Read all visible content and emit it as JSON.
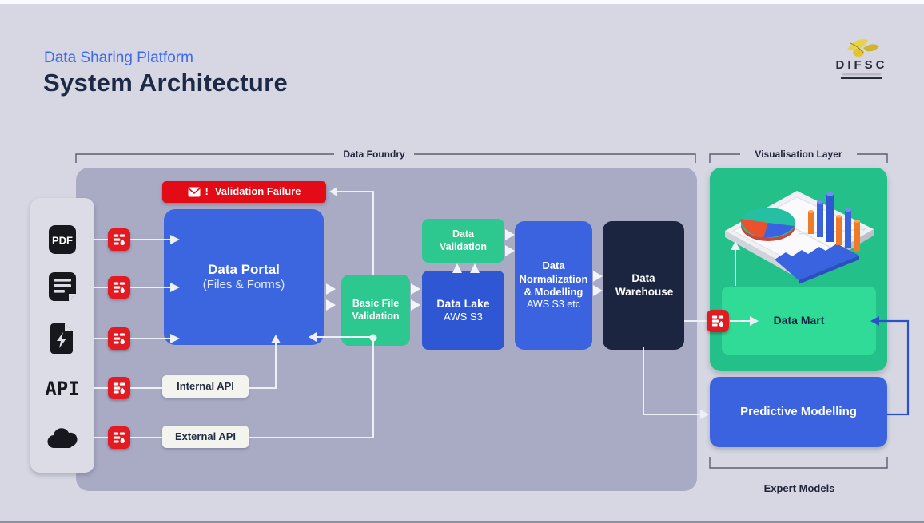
{
  "page": {
    "kicker": "Data Sharing Platform",
    "title": "System Architecture"
  },
  "logo": {
    "text": "DIFSC"
  },
  "sections": {
    "data_foundry": "Data Foundry",
    "visualisation_layer": "Visualisation Layer",
    "expert_models": "Expert Models"
  },
  "sources": {
    "pdf_label": "PDF",
    "api_label": "API",
    "icons": [
      "pdf-file-icon",
      "text-document-icon",
      "code-file-icon",
      "api-icon",
      "cloud-icon"
    ]
  },
  "nodes": {
    "validation_failure": "Validation Failure",
    "validation_failure_excl": "!",
    "data_portal": "Data Portal",
    "data_portal_sub": "(Files & Forms)",
    "basic_file_validation": "Basic File Validation",
    "data_validation": "Data Validation",
    "data_lake": "Data Lake",
    "data_lake_sub": "AWS S3",
    "data_normalization": "Data Normalization & Modelling",
    "data_normalization_sub": "AWS S3 etc",
    "data_warehouse": "Data Warehouse",
    "internal_api": "Internal API",
    "external_api": "External API",
    "data_mart": "Data Mart",
    "predictive_modelling": "Predictive Modelling"
  },
  "colors": {
    "background": "#d6d7e3",
    "foundry_panel": "#a9abc5",
    "primary_blue": "#3b63e0",
    "deep_blue": "#2f57d4",
    "green": "#2cc890",
    "vis_green": "#23c189",
    "bright_green": "#30da97",
    "navy": "#1b2540",
    "alert_red": "#e30b16",
    "feedback_line_blue": "#2b50c8"
  }
}
